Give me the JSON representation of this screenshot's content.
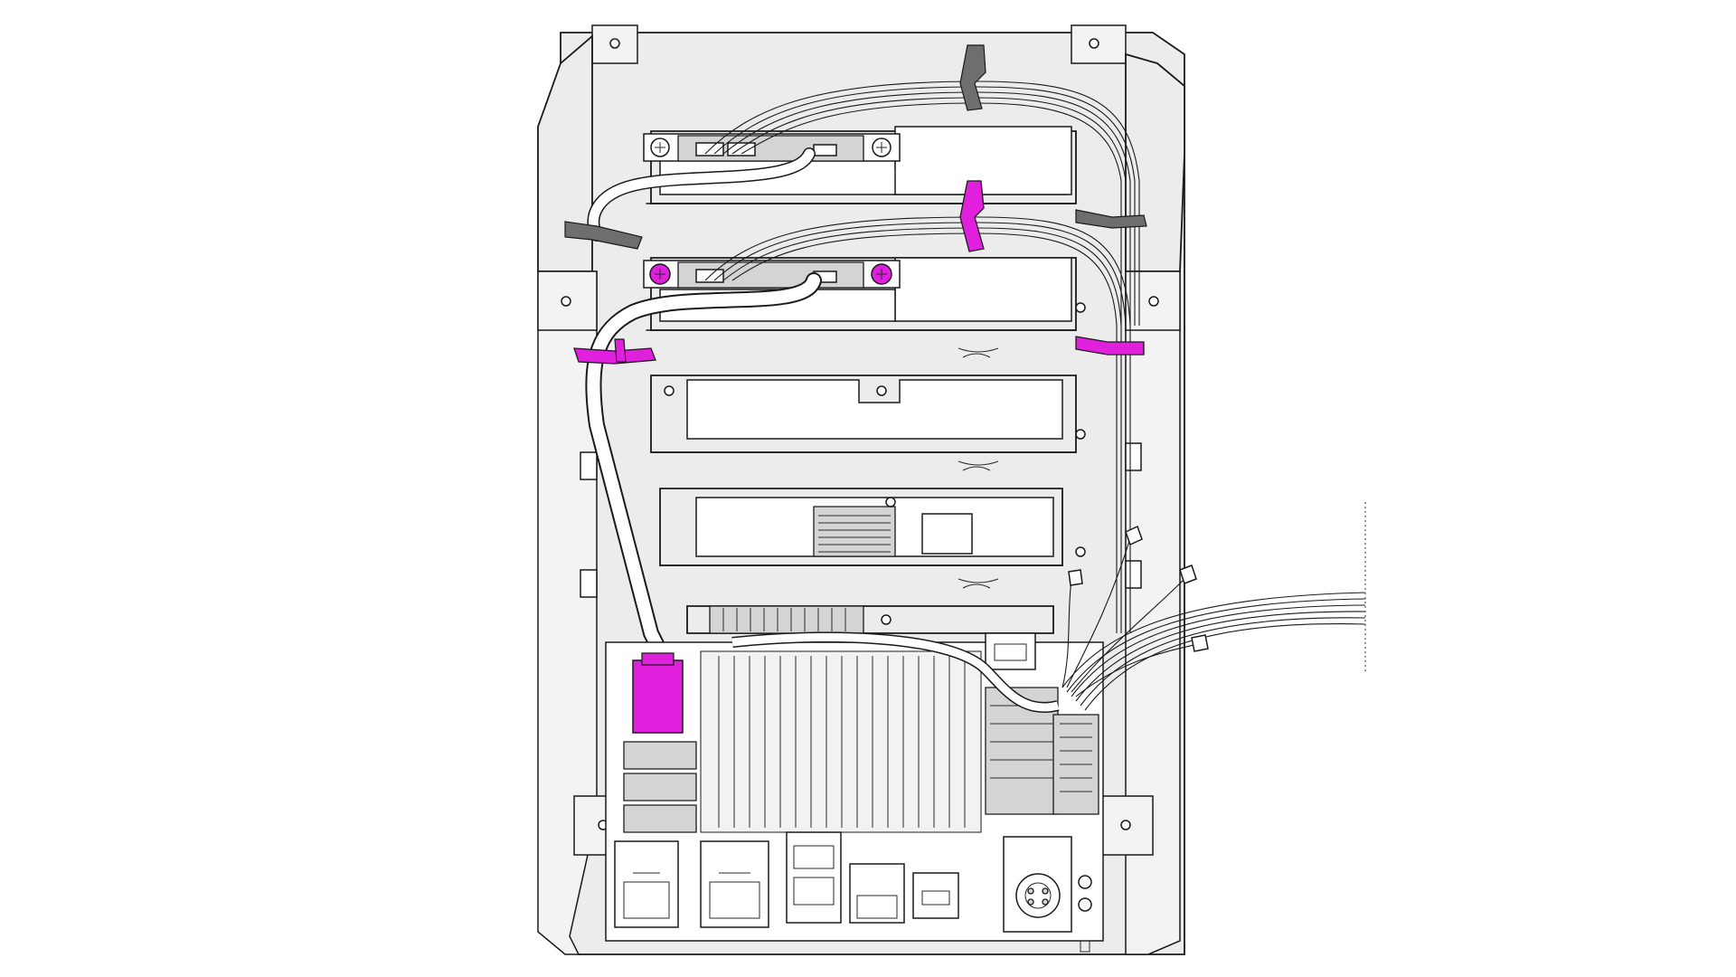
{
  "colors": {
    "background": "#ffffff",
    "highlight": "#e020dc",
    "cable_tie_grey": "#6e6e6e",
    "line": "#1a1a1a",
    "panel": "#ececec"
  },
  "highlighted_parts": [
    "upper-cable-tie-magenta",
    "mid-cable-tie-magenta-left",
    "mid-cable-tie-magenta-right",
    "backplane-screw-left-magenta",
    "backplane-screw-right-magenta",
    "sata-connector-magenta"
  ]
}
